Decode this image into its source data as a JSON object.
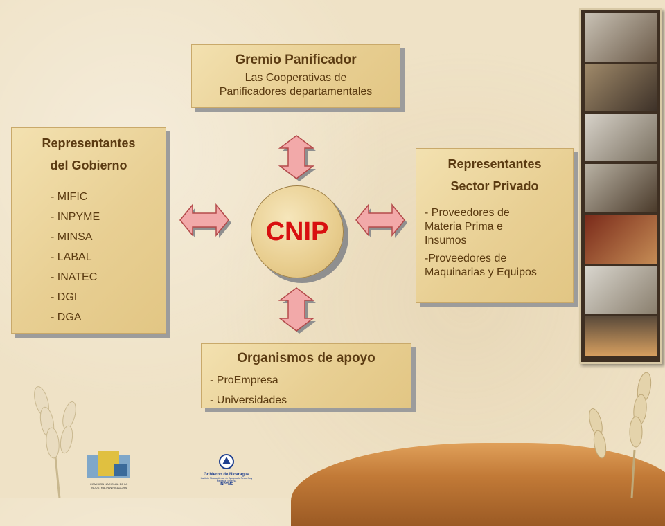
{
  "gremio": {
    "title": "Gremio Panificador",
    "line1": "Las Cooperativas de",
    "line2": "Panificadores departamentales"
  },
  "gobierno": {
    "title1": "Representantes",
    "title2": "del Gobierno",
    "items": [
      "- MIFIC",
      "- INPYME",
      "- MINSA",
      "- LABAL",
      "- INATEC",
      "- DGI",
      "- DGA"
    ]
  },
  "privado": {
    "title1": "Representantes",
    "title2": "Sector Privado",
    "item1a": "- Proveedores de",
    "item1b": "Materia Prima e",
    "item1c": "Insumos",
    "item2a": "-Proveedores de",
    "item2b": "Maquinarias y Equipos"
  },
  "apoyo": {
    "title": "Organismos de apoyo",
    "items": [
      "- ProEmpresa",
      "- Universidades"
    ]
  },
  "hub": {
    "label": "CNIP"
  },
  "logos": {
    "left_text": "COMISION NACIONAL DE LA INDUSTRIA PANIFICADORA",
    "right_title": "Gobierno de Nicaragua",
    "right_sub": "Instituto Nicaragüense de Apoyo a la Pequeña y Mediana Empresa",
    "right_acr": "INPYME"
  },
  "colors": {
    "card_fill": "#e8cf93",
    "title_text": "#5b3b12",
    "hub_text": "#d81010",
    "arrow_fill": "#f2a9a9",
    "arrow_stroke": "#b44a4a"
  }
}
